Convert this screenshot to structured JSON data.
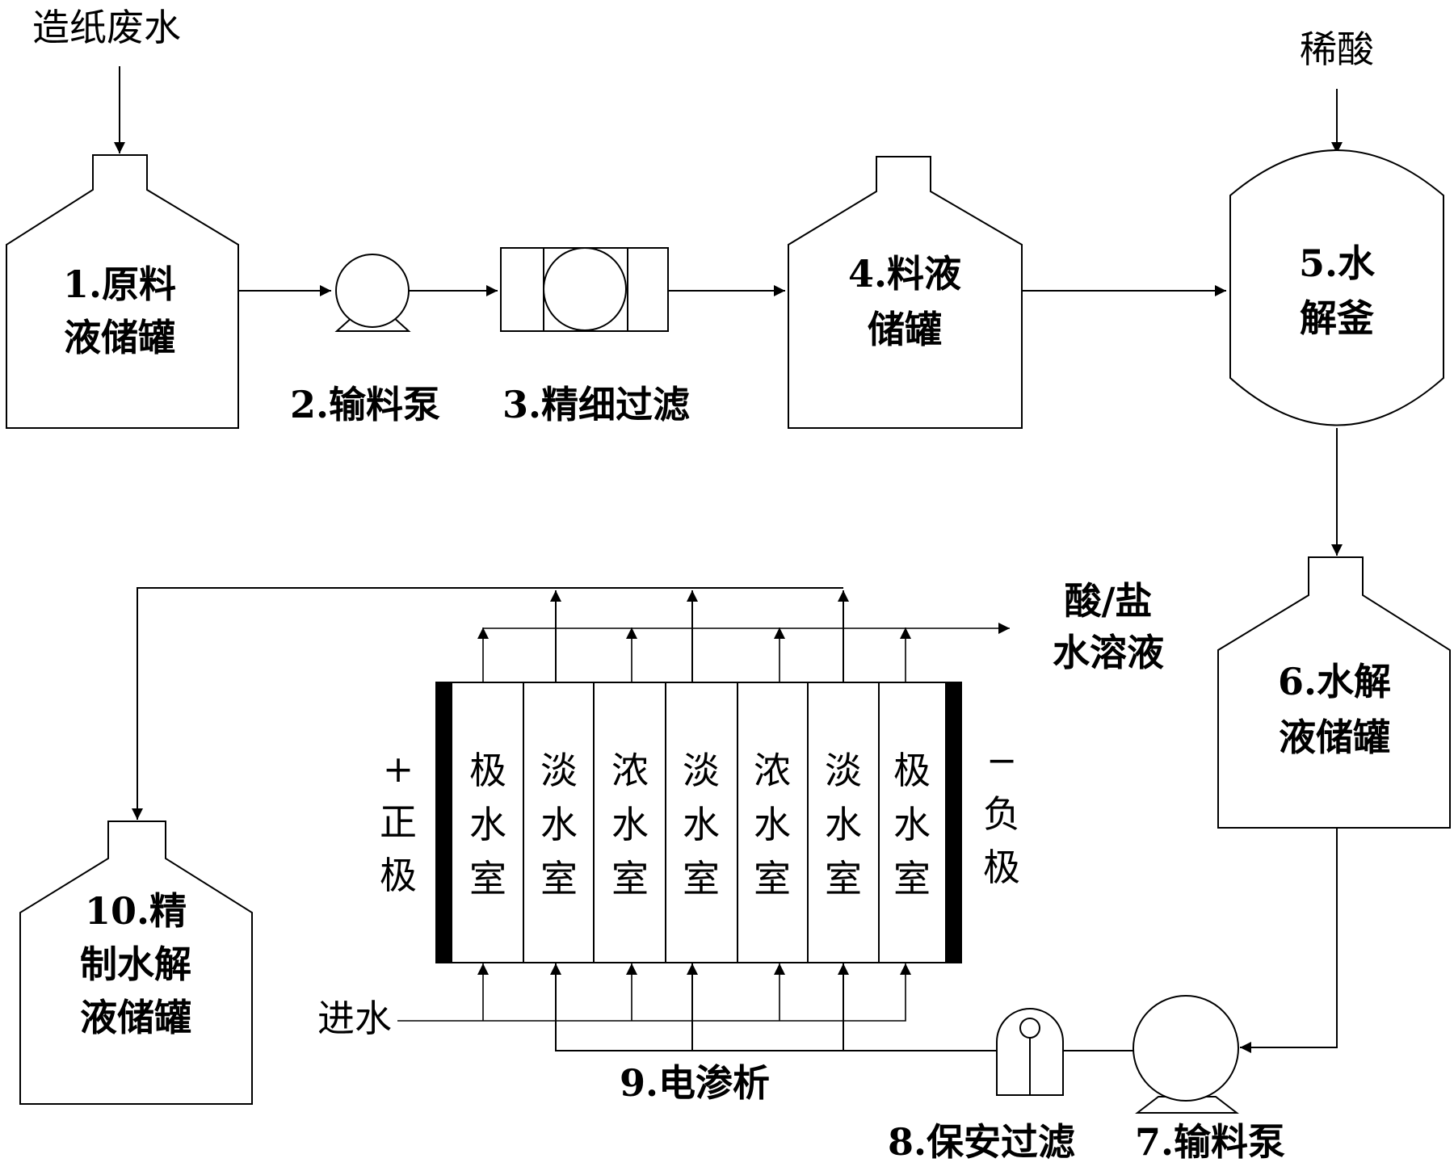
{
  "inputs": {
    "wastewater": "造纸废水",
    "dilute_acid": "稀酸",
    "water_in": "进水"
  },
  "outputs": {
    "acid_salt_line1": "酸/盐",
    "acid_salt_line2": "水溶液"
  },
  "units": {
    "u1": {
      "line1": "1.原料",
      "line2": "液储罐"
    },
    "u2": {
      "label": "2.输料泵"
    },
    "u3": {
      "label": "3.精细过滤"
    },
    "u4": {
      "line1": "4.料液",
      "line2": "储罐"
    },
    "u5": {
      "line1": "5.水",
      "line2": "解釜"
    },
    "u6": {
      "line1": "6.水解",
      "line2": "液储罐"
    },
    "u7": {
      "label": "7.输料泵"
    },
    "u8": {
      "label": "8.保安过滤"
    },
    "u9": {
      "label": "9.电渗析"
    },
    "u10": {
      "line1": "10.精",
      "line2": "制水解",
      "line3": "液储罐"
    }
  },
  "electrodialysis": {
    "anode": {
      "sign": "+",
      "line1": "正",
      "line2": "极"
    },
    "cathode": {
      "sign": "−",
      "line1": "负",
      "line2": "极"
    },
    "chambers": [
      {
        "c1": "极",
        "c2": "水",
        "c3": "室"
      },
      {
        "c1": "淡",
        "c2": "水",
        "c3": "室"
      },
      {
        "c1": "浓",
        "c2": "水",
        "c3": "室"
      },
      {
        "c1": "淡",
        "c2": "水",
        "c3": "室"
      },
      {
        "c1": "浓",
        "c2": "水",
        "c3": "室"
      },
      {
        "c1": "淡",
        "c2": "水",
        "c3": "室"
      },
      {
        "c1": "极",
        "c2": "水",
        "c3": "室"
      }
    ]
  }
}
